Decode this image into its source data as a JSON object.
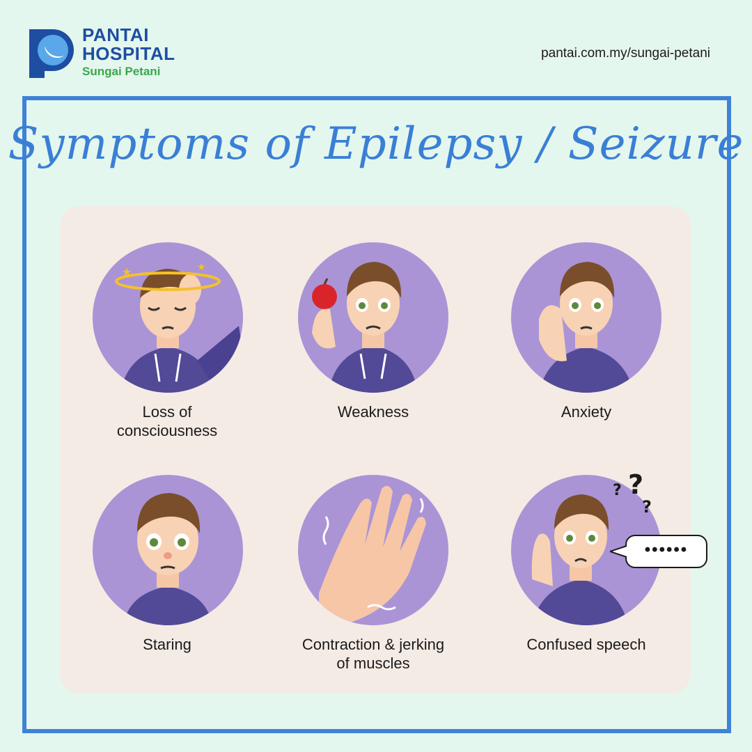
{
  "header": {
    "brand_line1": "PANTAI",
    "brand_line2": "HOSPITAL",
    "brand_sub": "Sungai Petani",
    "url": "pantai.com.my/sungai-petani"
  },
  "title": "Symptoms of Epilepsy / Seizure",
  "symptoms": [
    {
      "label_line1": "Loss of",
      "label_line2": "consciousness",
      "icon": "dizzy-person-icon"
    },
    {
      "label_line1": "Weakness",
      "label_line2": "",
      "icon": "weak-person-with-apple-icon"
    },
    {
      "label_line1": "Anxiety",
      "label_line2": "",
      "icon": "anxious-person-icon"
    },
    {
      "label_line1": "Staring",
      "label_line2": "",
      "icon": "staring-person-icon"
    },
    {
      "label_line1": "Contraction & jerking",
      "label_line2": "of muscles",
      "icon": "trembling-hand-icon"
    },
    {
      "label_line1": "Confused speech",
      "label_line2": "",
      "icon": "confused-person-icon"
    }
  ],
  "speech_bubble": "••••••",
  "colors": {
    "background": "#e4f7ee",
    "frame": "#3e82d8",
    "title": "#3a7fd6",
    "panel": "#f4ebe5",
    "circle": "#aa94d6",
    "brand_blue": "#1d4ea2",
    "brand_green": "#3aa64b"
  }
}
